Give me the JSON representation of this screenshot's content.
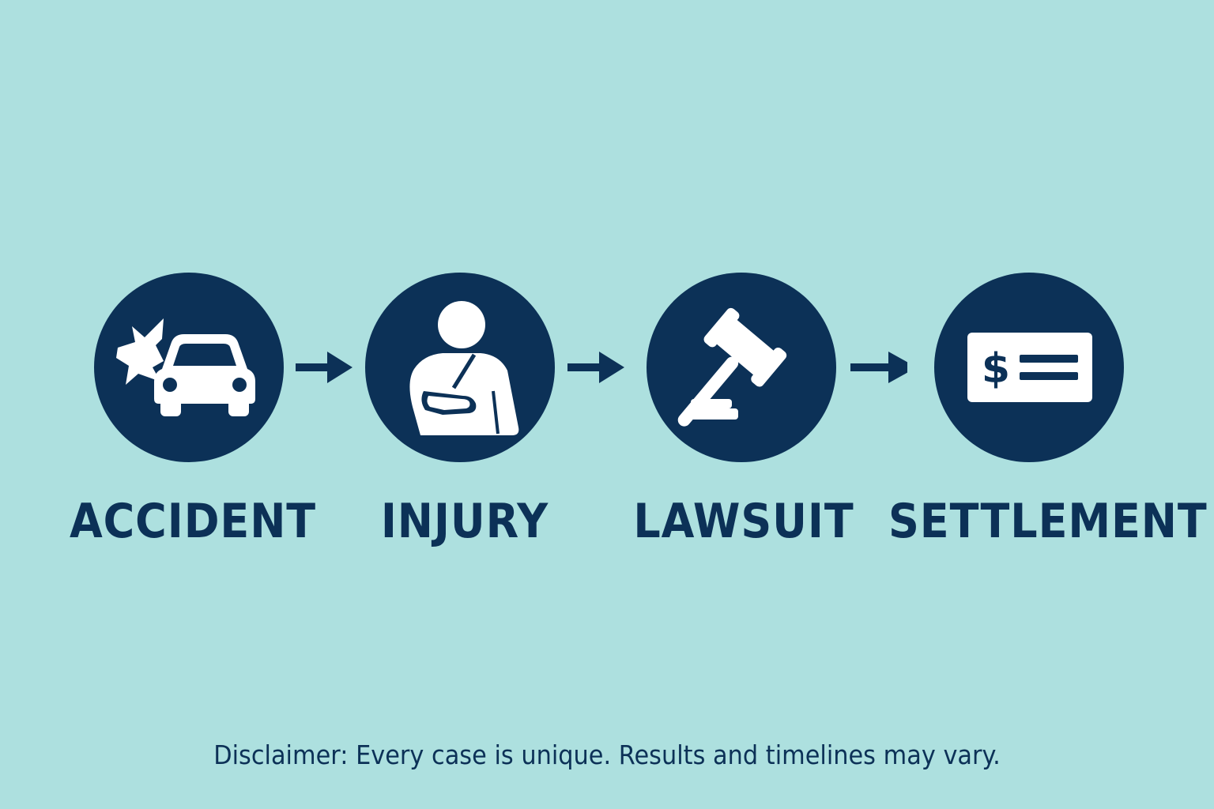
{
  "colors": {
    "background": "#ade0df",
    "primary": "#0c3157",
    "icon": "#ffffff"
  },
  "steps": [
    {
      "label": "ACCIDENT",
      "icon": "car-crash-icon"
    },
    {
      "label": "INJURY",
      "icon": "injured-person-sling-icon"
    },
    {
      "label": "LAWSUIT",
      "icon": "gavel-icon"
    },
    {
      "label": "SETTLEMENT",
      "icon": "check-dollar-icon"
    }
  ],
  "connectors": [
    "arrow-right-icon",
    "arrow-right-icon",
    "arrow-right-icon"
  ],
  "disclaimer": "Disclaimer: Every case is unique. Results and timelines may vary."
}
